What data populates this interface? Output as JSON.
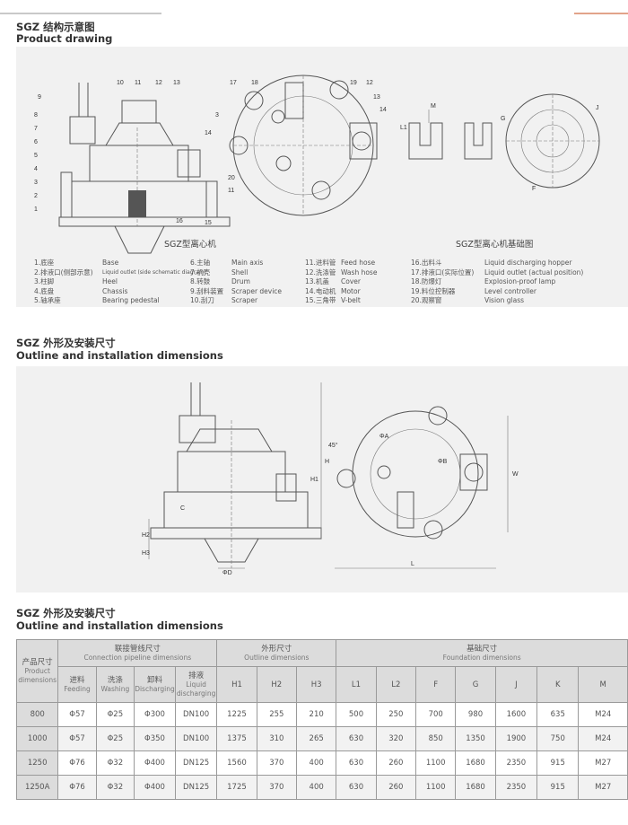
{
  "section1": {
    "title_cn": "SGZ 结构示意图",
    "title_en": "Product drawing"
  },
  "figure1": {
    "left_numbers": [
      "9",
      "8",
      "7",
      "6",
      "5",
      "4",
      "3",
      "2",
      "1"
    ],
    "top_numbers": [
      "10",
      "11",
      "12",
      "13"
    ],
    "side_numbers": [
      "14",
      "15",
      "16"
    ],
    "mid_numbers": [
      "17",
      "18",
      "19",
      "12",
      "3",
      "13",
      "14",
      "20",
      "11"
    ],
    "right_labels": [
      "M",
      "L1",
      "G",
      "J",
      "F"
    ],
    "caption_left": "SGZ型离心机",
    "caption_right": "SGZ型离心机基础图"
  },
  "legend": {
    "col1": [
      {
        "cn": "1.底座",
        "en": "Base"
      },
      {
        "cn": "2.排液口(侧部示意)",
        "en": "Liquid outlet (side schematic diagram)"
      },
      {
        "cn": "3.柱脚",
        "en": "Heel"
      },
      {
        "cn": "4.底盘",
        "en": "Chassis"
      },
      {
        "cn": "5.轴承座",
        "en": "Bearing pedestal"
      }
    ],
    "col2": [
      {
        "cn": "6.主轴",
        "en": "Main axis"
      },
      {
        "cn": "7.机壳",
        "en": "Shell"
      },
      {
        "cn": "8.转鼓",
        "en": "Drum"
      },
      {
        "cn": "9.刮料装置",
        "en": "Scraper device"
      },
      {
        "cn": "10.刮刀",
        "en": "Scraper"
      }
    ],
    "col3": [
      {
        "cn": "11.进料管",
        "en": "Feed hose"
      },
      {
        "cn": "12.洗涤管",
        "en": "Wash hose"
      },
      {
        "cn": "13.机盖",
        "en": "Cover"
      },
      {
        "cn": "14.电动机",
        "en": "Motor"
      },
      {
        "cn": "15.三角带",
        "en": "V-belt"
      }
    ],
    "col4": [
      {
        "cn": "16.出料斗",
        "en": "Liquid discharging hopper"
      },
      {
        "cn": "17.排液口(实际位置)",
        "en": "Liquid outlet (actual position)"
      },
      {
        "cn": "18.防爆灯",
        "en": "Explosion-proof lamp"
      },
      {
        "cn": "19.料位控制器",
        "en": "Level controller"
      },
      {
        "cn": "20.观察窗",
        "en": "Vision glass"
      }
    ]
  },
  "section2": {
    "title_cn": "SGZ 外形及安装尺寸",
    "title_en": "Outline and installation dimensions"
  },
  "figure2": {
    "labels_left": [
      "C",
      "H2",
      "H3",
      "H1",
      "H",
      "ΦD"
    ],
    "labels_right": [
      "45°",
      "ΦA",
      "ΦB",
      "W",
      "L"
    ]
  },
  "section3": {
    "title_cn": "SGZ 外形及安装尺寸",
    "title_en": "Outline and installation dimensions"
  },
  "table": {
    "group_headers": [
      {
        "cn": "联接管线尺寸",
        "en": "Connection pipeline dimensions"
      },
      {
        "cn": "外形尺寸",
        "en": "Outline dimensions"
      },
      {
        "cn": "基础尺寸",
        "en": "Foundation dimensions"
      }
    ],
    "first_header": {
      "cn": "产品尺寸",
      "en": "Product dimensions"
    },
    "sub_headers": [
      {
        "cn": "进料",
        "en": "Feeding"
      },
      {
        "cn": "洗涤",
        "en": "Washing"
      },
      {
        "cn": "卸料",
        "en": "Discharging"
      },
      {
        "cn": "排液",
        "en": "Liquid discharging"
      },
      {
        "cn": "",
        "en": "H1"
      },
      {
        "cn": "",
        "en": "H2"
      },
      {
        "cn": "",
        "en": "H3"
      },
      {
        "cn": "",
        "en": "L1"
      },
      {
        "cn": "",
        "en": "L2"
      },
      {
        "cn": "",
        "en": "F"
      },
      {
        "cn": "",
        "en": "G"
      },
      {
        "cn": "",
        "en": "J"
      },
      {
        "cn": "",
        "en": "K"
      },
      {
        "cn": "",
        "en": "M"
      }
    ],
    "rows": [
      [
        "800",
        "Φ57",
        "Φ25",
        "Φ300",
        "DN100",
        "1225",
        "255",
        "210",
        "500",
        "250",
        "700",
        "980",
        "1600",
        "635",
        "M24"
      ],
      [
        "1000",
        "Φ57",
        "Φ25",
        "Φ350",
        "DN100",
        "1375",
        "310",
        "265",
        "630",
        "320",
        "850",
        "1350",
        "1900",
        "750",
        "M24"
      ],
      [
        "1250",
        "Φ76",
        "Φ32",
        "Φ400",
        "DN125",
        "1560",
        "370",
        "400",
        "630",
        "260",
        "1100",
        "1680",
        "2350",
        "915",
        "M27"
      ],
      [
        "1250A",
        "Φ76",
        "Φ32",
        "Φ400",
        "DN125",
        "1725",
        "370",
        "400",
        "630",
        "260",
        "1100",
        "1680",
        "2350",
        "915",
        "M27"
      ]
    ]
  }
}
